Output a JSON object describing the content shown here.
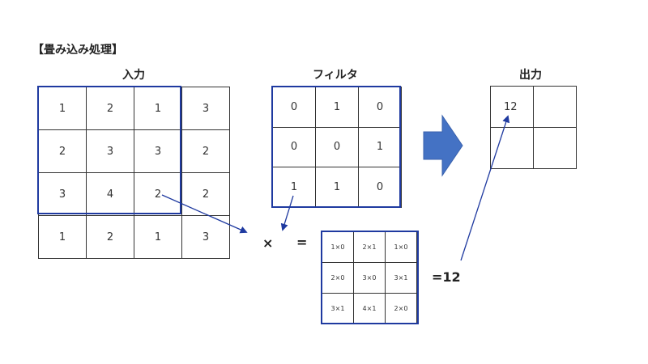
{
  "diagram_title": "【畳み込み処理】",
  "input": {
    "label": "入力",
    "rows": [
      [
        "1",
        "2",
        "1",
        "3"
      ],
      [
        "2",
        "3",
        "3",
        "2"
      ],
      [
        "3",
        "4",
        "2",
        "2"
      ],
      [
        "1",
        "2",
        "1",
        "3"
      ]
    ]
  },
  "filter": {
    "label": "フィルタ",
    "rows": [
      [
        "0",
        "1",
        "0"
      ],
      [
        "0",
        "0",
        "1"
      ],
      [
        "1",
        "1",
        "0"
      ]
    ]
  },
  "output": {
    "label": "出力",
    "rows": [
      [
        "12",
        ""
      ],
      [
        "",
        ""
      ]
    ]
  },
  "operators": {
    "times": "×",
    "equals": "="
  },
  "products": {
    "rows": [
      [
        "1×0",
        "2×1",
        "1×0"
      ],
      [
        "2×0",
        "3×0",
        "3×1"
      ],
      [
        "3×1",
        "4×1",
        "2×0"
      ]
    ]
  },
  "result": "=12",
  "colors": {
    "accent": "#1f3aa0",
    "arrow_fill": "#4472c4",
    "grid_line": "#333333"
  }
}
